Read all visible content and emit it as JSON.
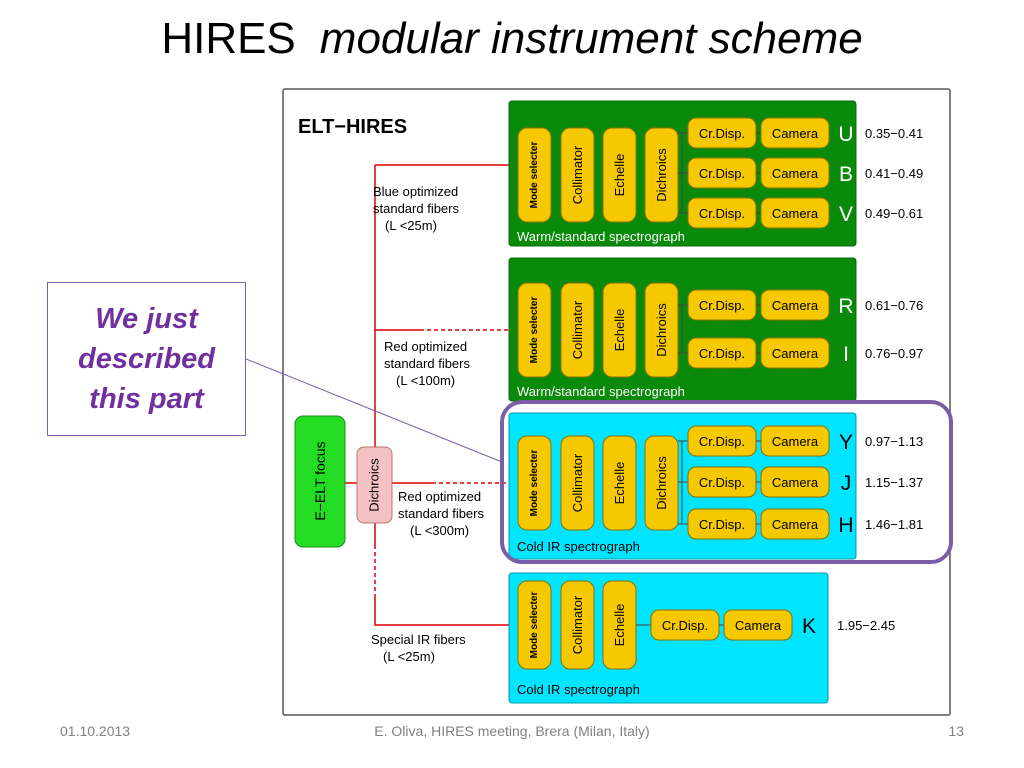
{
  "slide": {
    "title_main": "HIRES",
    "title_sub": "modular instrument scheme",
    "callout": "We just\ndescribed\nthis part",
    "footer_date": "01.10.2013",
    "footer_center": "E. Oliva, HIRES  meeting, Brera (Milan, Italy)",
    "footer_page": "13"
  },
  "diagram": {
    "header": "ELT−HIRES",
    "focus_label": "E−ELT focus",
    "splitter_label": "Dichroics",
    "fibers": [
      {
        "lines": [
          "Blue optimized",
          "standard fibers",
          "(L <25m)"
        ]
      },
      {
        "lines": [
          "Red optimized",
          "standard fibers",
          "(L <100m)"
        ]
      },
      {
        "lines": [
          "Red optimized",
          "standard fibers",
          "(L <300m)"
        ]
      },
      {
        "lines": [
          "Special IR fibers",
          "(L <25m)"
        ]
      }
    ],
    "modules": [
      {
        "label": "Warm/standard spectrograph",
        "type": "warm",
        "stages": [
          "Mode selecter",
          "Collimator",
          "Echelle",
          "Dichroics"
        ],
        "arms": [
          {
            "disp": "Cr.Disp.",
            "cam": "Camera",
            "band": "U",
            "range": "0.35−0.41"
          },
          {
            "disp": "Cr.Disp.",
            "cam": "Camera",
            "band": "B",
            "range": "0.41−0.49"
          },
          {
            "disp": "Cr.Disp.",
            "cam": "Camera",
            "band": "V",
            "range": "0.49−0.61"
          }
        ]
      },
      {
        "label": "Warm/standard spectrograph",
        "type": "warm",
        "stages": [
          "Mode selecter",
          "Collimator",
          "Echelle",
          "Dichroics"
        ],
        "arms": [
          {
            "disp": "Cr.Disp.",
            "cam": "Camera",
            "band": "R",
            "range": "0.61−0.76"
          },
          {
            "disp": "Cr.Disp.",
            "cam": "Camera",
            "band": "I",
            "range": "0.76−0.97"
          }
        ]
      },
      {
        "label": "Cold IR spectrograph",
        "type": "cold",
        "stages": [
          "Mode selecter",
          "Collimator",
          "Echelle",
          "Dichroics"
        ],
        "arms": [
          {
            "disp": "Cr.Disp.",
            "cam": "Camera",
            "band": "Y",
            "range": "0.97−1.13"
          },
          {
            "disp": "Cr.Disp.",
            "cam": "Camera",
            "band": "J",
            "range": "1.15−1.37"
          },
          {
            "disp": "Cr.Disp.",
            "cam": "Camera",
            "band": "H",
            "range": "1.46−1.81"
          }
        ]
      },
      {
        "label": "Cold IR spectrograph",
        "type": "cold",
        "stages": [
          "Mode selecter",
          "Collimator",
          "Echelle"
        ],
        "arms": [
          {
            "disp": "Cr.Disp.",
            "cam": "Camera",
            "band": "K",
            "range": "1.95−2.45"
          }
        ]
      }
    ],
    "colors": {
      "warm": "#0a8a0a",
      "cold": "#00e5ff",
      "component": "#f5c800",
      "focus": "#22dd22",
      "splitter": "#f4c2c2",
      "fiber": "#e00000",
      "highlight": "#7b5ea7"
    }
  }
}
